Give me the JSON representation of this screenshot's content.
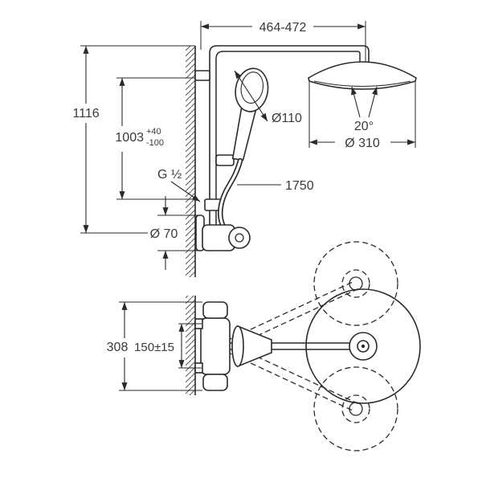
{
  "meta": {
    "background": "#ffffff",
    "line_color": "#2a2a2a",
    "text_color": "#3a3a3a"
  },
  "labels": {
    "arm_projection": "464-472",
    "overall_height": "1116",
    "riser_height": "1003",
    "riser_tol_plus": "+40",
    "riser_tol_minus": "-100",
    "thread_size": "G ½",
    "escutcheon_diameter": "Ø 70",
    "hand_shower_diameter": "Ø110",
    "hose_length": "1750",
    "head_tilt_angle": "20°",
    "head_shower_diameter": "Ø 310",
    "trim_width": "308",
    "supply_distance": "150±15"
  }
}
